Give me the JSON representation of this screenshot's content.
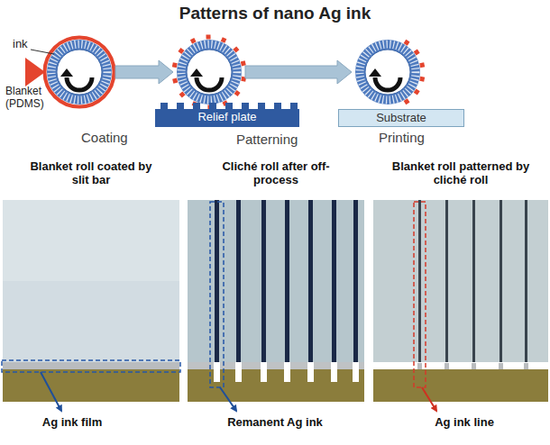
{
  "diagram": {
    "title": "Patterns of nano Ag ink",
    "nodes": [
      {
        "text": [
          "Coating"
        ]
      },
      {
        "text": [
          "Patterning"
        ]
      },
      {
        "text": [
          "Relief plate"
        ]
      },
      {
        "text": [
          "Printing"
        ]
      },
      {
        "text": [
          "Substrate"
        ]
      },
      {
        "text": [
          "Blanket roll coated by slit bar"
        ]
      },
      {
        "text": [
          "Cliché roll after off-process"
        ]
      },
      {
        "text": [
          "Blanket roll patterned by cliché roll"
        ]
      }
    ],
    "edges": [
      {
        "from": 0,
        "to": 1,
        "arrow": "to"
      },
      {
        "from": 1,
        "to": 3,
        "arrow": "to"
      }
    ],
    "labels": [
      "ink",
      "Blanket (PDMS)",
      "Ag ink film",
      "Remanent Ag ink",
      "Ag ink line"
    ]
  }
}
